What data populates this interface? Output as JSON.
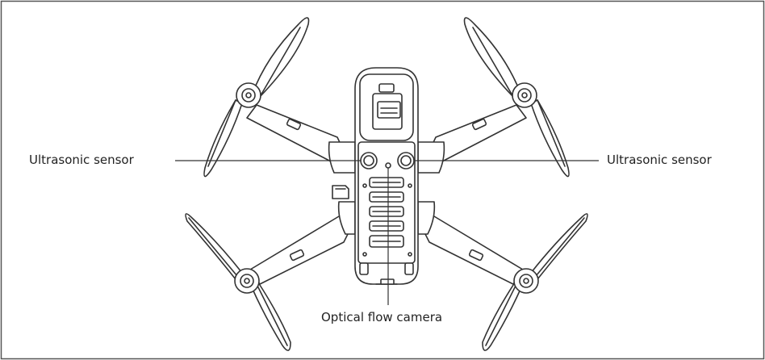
{
  "labels": {
    "ultrasonic_left": "Ultrasonic sensor",
    "ultrasonic_right": "Ultrasonic sensor",
    "optical_flow": "Optical flow camera"
  },
  "icons": [
    "drone-bottom-view-illustration",
    "propeller-icon",
    "motor-icon",
    "ultrasonic-sensor-icon",
    "optical-flow-camera-icon",
    "battery-icon",
    "microsd-card-icon"
  ],
  "colors": {
    "stroke": "#333333",
    "fill": "#ffffff",
    "frame": "#555555",
    "text": "#222222"
  }
}
